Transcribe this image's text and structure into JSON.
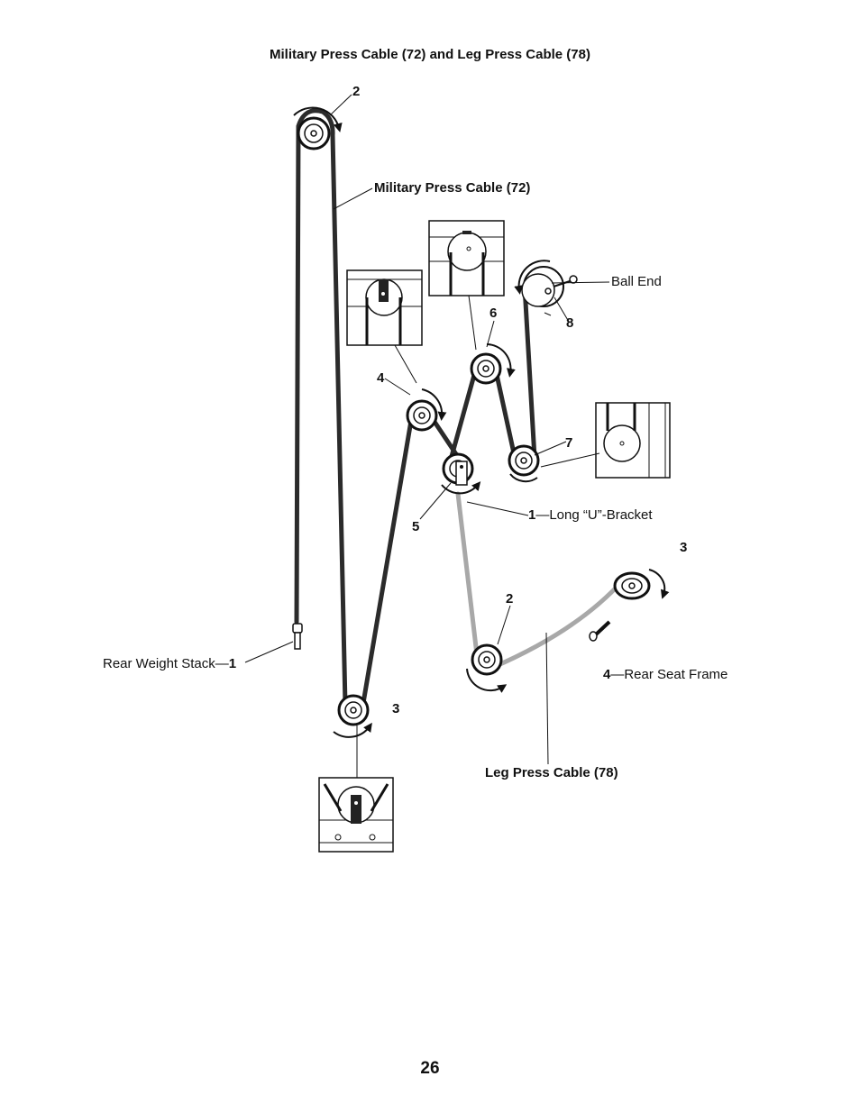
{
  "title": "Military Press Cable (72) and Leg Press Cable (78)",
  "page_number": "26",
  "colors": {
    "military_cable": "#2b2b2b",
    "leg_cable": "#a8a8a8",
    "line": "#111111"
  },
  "labels": {
    "military_cable": "Military Press Cable (72)",
    "leg_cable": "Leg Press Cable (78)",
    "ball_end": "Ball End",
    "long_u_bracket_num": "1",
    "long_u_bracket": "—Long “U”-Bracket",
    "rear_weight_stack": "Rear Weight Stack—",
    "rear_weight_stack_num": "1",
    "rear_seat_frame_num": "4",
    "rear_seat_frame": "—Rear Seat Frame"
  },
  "callouts": {
    "pulley_top": "2",
    "pulley_4": "4",
    "pulley_6": "6",
    "pulley_8": "8",
    "pulley_7": "7",
    "pulley_5": "5",
    "pulley_bottom": "3",
    "leg_pulley_3": "3",
    "leg_pulley_2": "2"
  }
}
